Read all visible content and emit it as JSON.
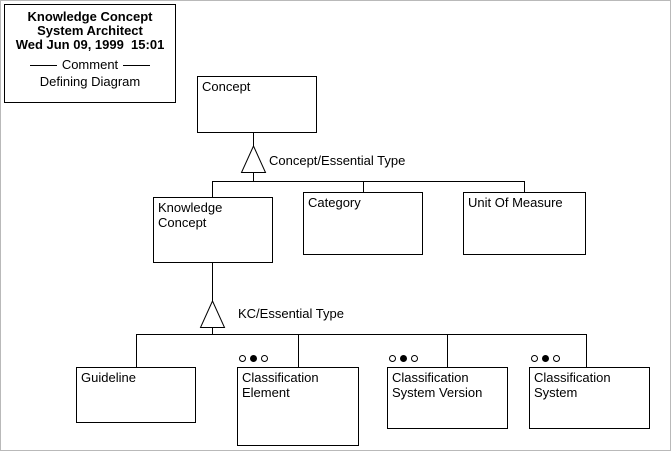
{
  "title_block": {
    "title_line1": "Knowledge Concept",
    "title_line2": "System Architect",
    "timestamp": "Wed Jun 09, 1999  15:01",
    "comment_label": "Comment",
    "diagram_type": "Defining Diagram"
  },
  "connectors": {
    "concept_essential_type": "Concept/Essential Type",
    "kc_essential_type": "KC/Essential Type"
  },
  "nodes": {
    "concept": "Concept",
    "knowledge_concept": "Knowledge Concept",
    "category": "Category",
    "unit_of_measure": "Unit Of Measure",
    "guideline": "Guideline",
    "classification_element": "Classification Element",
    "classification_system_version": "Classification System Version",
    "classification_system": "Classification System"
  },
  "indicators": {
    "pattern": [
      "open-circle",
      "filled-circle",
      "open-circle"
    ],
    "applies_to": [
      "classification_element",
      "classification_system_version",
      "classification_system"
    ]
  }
}
